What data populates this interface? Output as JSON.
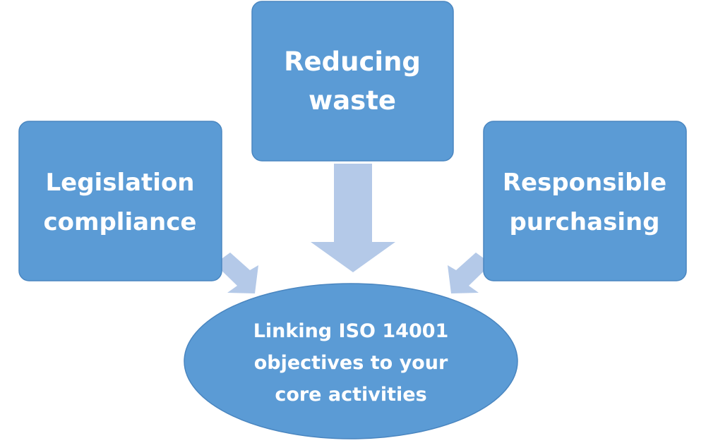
{
  "diagram": {
    "boxes": {
      "top": {
        "line1": "Reducing",
        "line2": "waste"
      },
      "left": {
        "line1": "Legislation",
        "line2": "compliance"
      },
      "right": {
        "line1": "Responsible",
        "line2": "purchasing"
      }
    },
    "center": {
      "line1": "Linking ISO 14001",
      "line2": "objectives to your",
      "line3": "core activities"
    },
    "colors": {
      "box_fill": "#5b9bd5",
      "box_stroke": "#4a86c0",
      "arrow_fill": "#b4c9e8",
      "text": "#ffffff"
    }
  }
}
